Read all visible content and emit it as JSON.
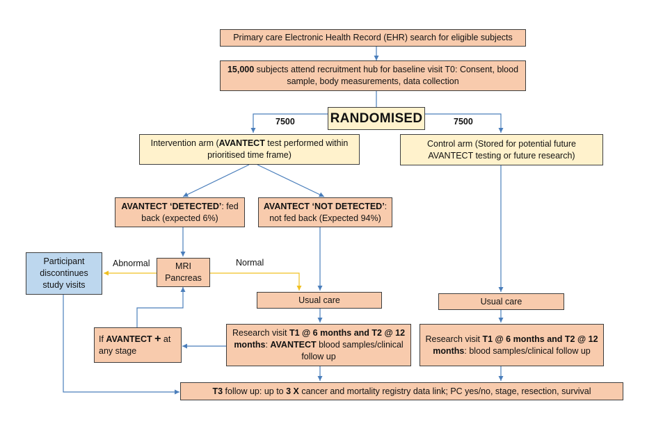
{
  "nodes": {
    "ehr": "Primary care Electronic Health Record (EHR) search for eligible subjects",
    "baseline": {
      "bold": "15,000",
      "text": " subjects attend recruitment hub for baseline visit T0: Consent, blood sample, body measurements, data collection"
    },
    "randomised": "RANDOMISED",
    "intervention": {
      "pre": "Intervention arm (",
      "bold": "AVANTECT",
      "post": " test performed within prioritised time frame)"
    },
    "control": "Control arm (Stored for potential future AVANTECT testing or future research)",
    "detected": {
      "bold": "AVANTECT ‘DETECTED’",
      "text": ":  fed back (expected 6%)"
    },
    "not_detected": {
      "bold": "AVANTECT ‘NOT DETECTED’",
      "text": ": not fed back (Expected 94%)"
    },
    "mri": "MRI Pancreas",
    "discontinue": "Participant discontinues study visits",
    "usual_care_1": "Usual care",
    "usual_care_2": "Usual care",
    "if_positive": {
      "pre": "If ",
      "bold": "AVANTECT",
      "plus": "+",
      "post": " at any stage"
    },
    "research_visit_1": {
      "p1": "Research visit ",
      "b1": "T1 @ 6 months and T2 @ 12 months",
      "p2": ": ",
      "b2": "AVANTECT",
      "p3": " blood samples/clinical follow up"
    },
    "research_visit_2": {
      "p1": "Research visit ",
      "b1": "T1 @ 6 months and T2 @ 12 months",
      "p2": ": blood samples/clinical follow up"
    },
    "t3": {
      "b1": "T3",
      "p1": " follow up: up to ",
      "b2": "3 X",
      "p2": " cancer and mortality registry data link; PC yes/no, stage, resection, survival"
    }
  },
  "edge_labels": {
    "left_arm_count": "7500",
    "right_arm_count": "7500",
    "abnormal": "Abnormal",
    "normal": "Normal"
  },
  "colors": {
    "process_fill": "#f8cbad",
    "arm_fill": "#fff2cc",
    "exit_fill": "#bdd7ee",
    "connector_blue": "#4a7ebb",
    "connector_yellow": "#f0c020"
  }
}
